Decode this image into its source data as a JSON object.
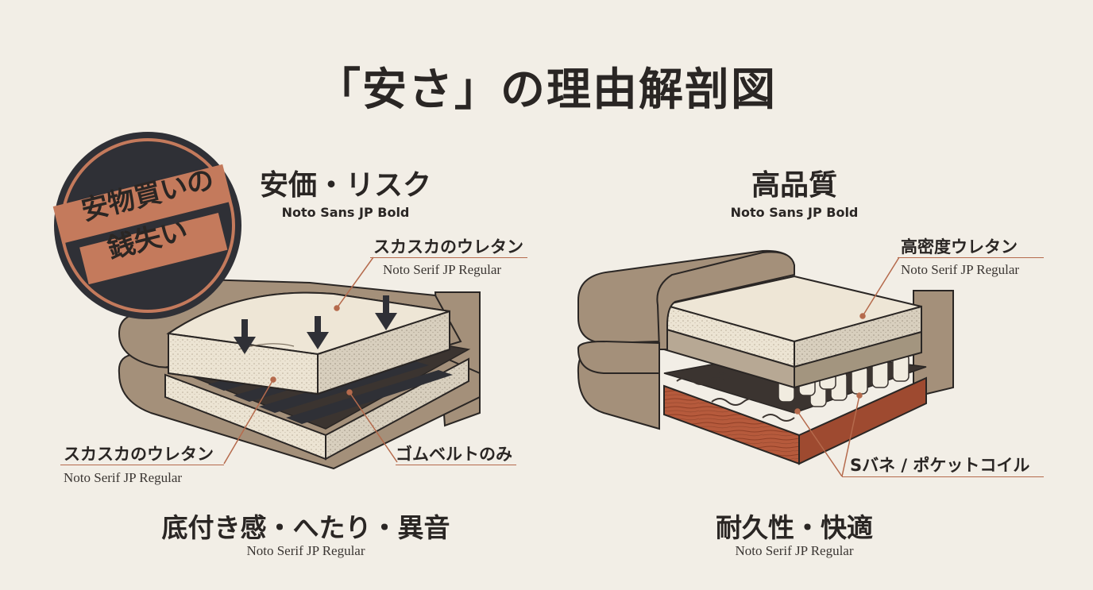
{
  "title": "「安さ」の理由解剖図",
  "left": {
    "heading": "安価・リスク",
    "heading_font": "Noto Sans JP Bold",
    "stamp": {
      "line1": "安物買いの",
      "line2": "銭失い"
    },
    "label_top": {
      "text": "スカスカのウレタン",
      "font": "Noto Serif JP Regular"
    },
    "label_bottom_left": {
      "text": "スカスカのウレタン",
      "font": "Noto Serif JP Regular"
    },
    "label_bottom_right": {
      "text": "ゴムベルトのみ"
    },
    "footer": {
      "text": "底付き感・へたり・異音",
      "font": "Noto Serif JP Regular"
    }
  },
  "right": {
    "heading": "高品質",
    "heading_font": "Noto Sans JP Bold",
    "label_top": {
      "text": "高密度ウレタン",
      "font": "Noto Serif JP Regular"
    },
    "label_bottom": {
      "text": "Sバネ / ポケットコイル"
    },
    "footer": {
      "text": "耐久性・快適",
      "font": "Noto Serif JP Regular"
    }
  },
  "colors": {
    "background": "#f2eee6",
    "fabric": "#a4907a",
    "foam": "#ece4d3",
    "accent": "#c47a5c",
    "wood": "#b2573a",
    "ink": "#2f3036"
  },
  "icons": [
    "down-arrow-icon",
    "coil-spring-icon",
    "pocket-coil-icon",
    "rubber-belt-icon"
  ]
}
